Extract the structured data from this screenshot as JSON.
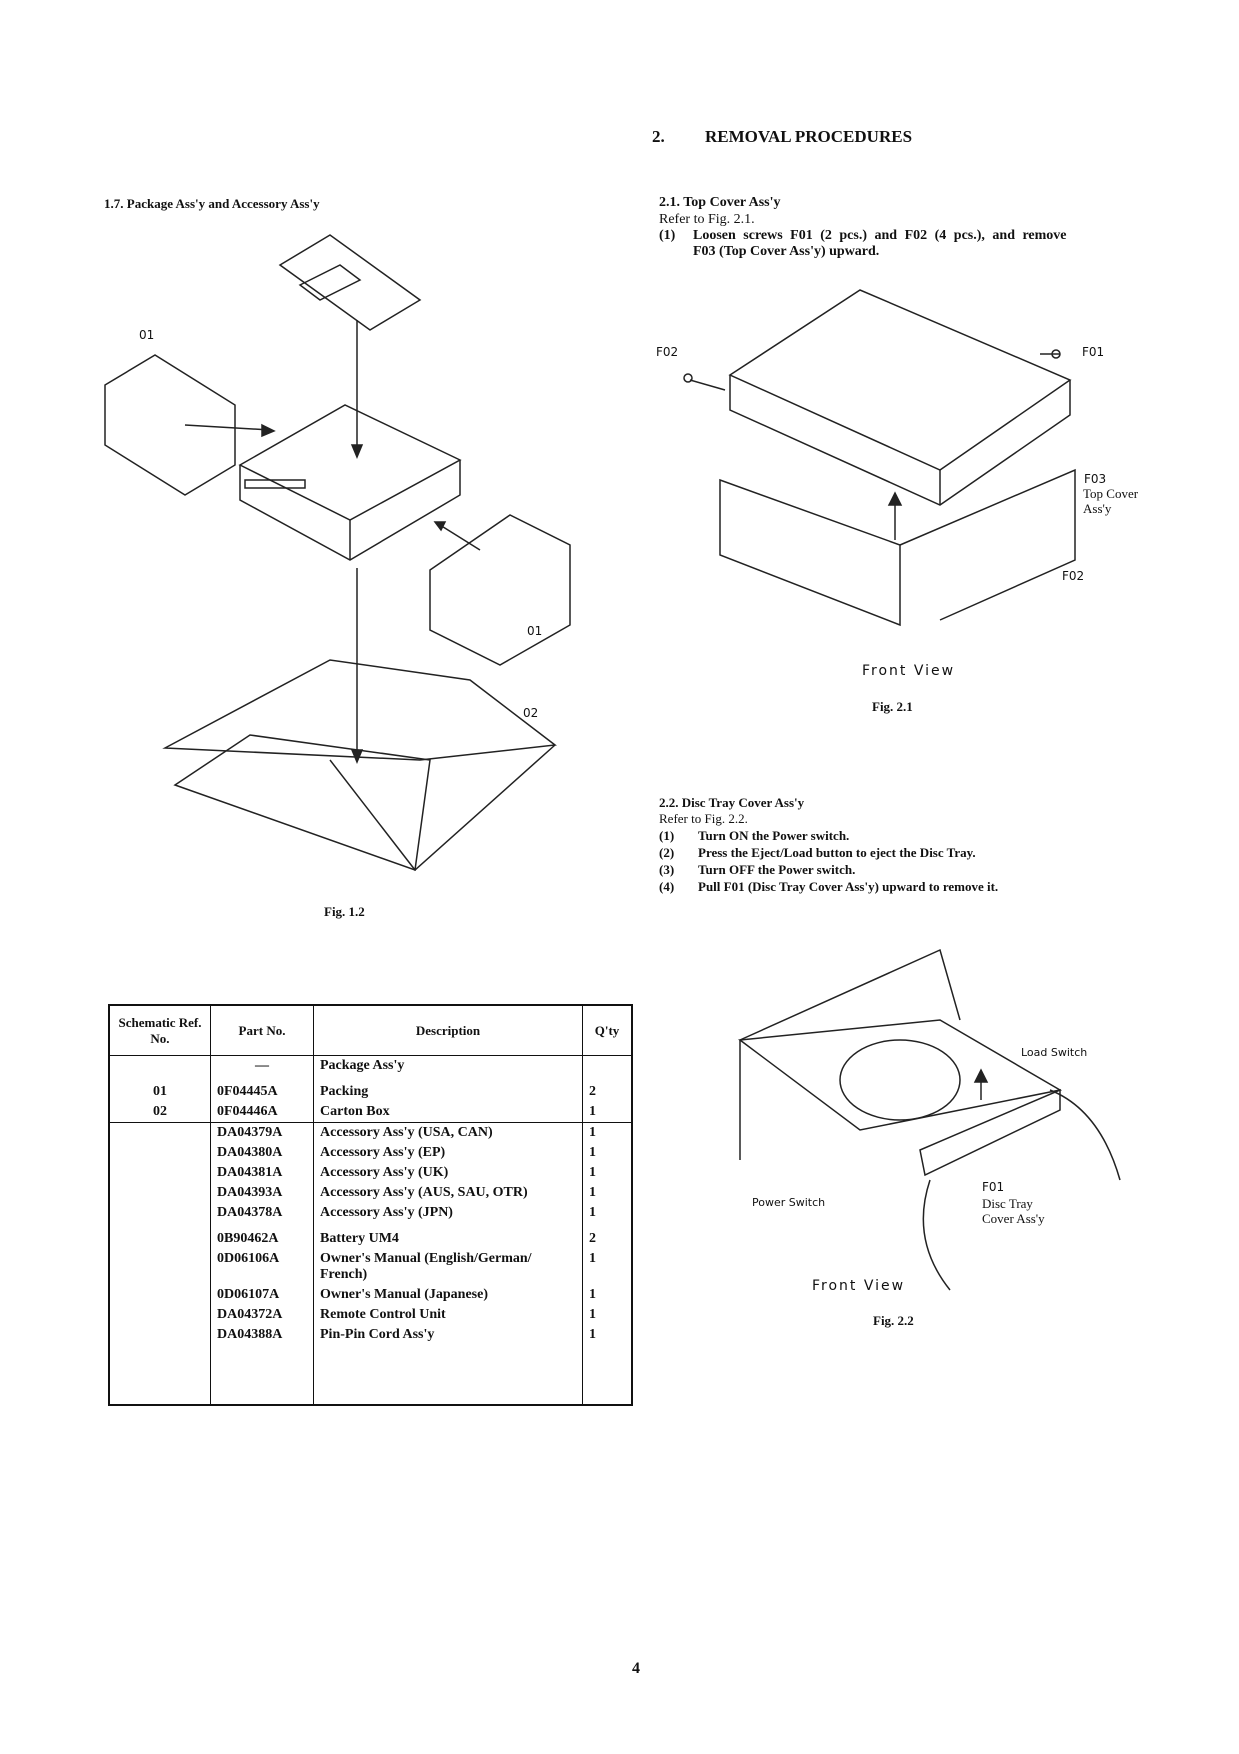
{
  "left": {
    "section_title": "1.7. Package Ass'y and Accessory Ass'y",
    "fig_caption": "Fig. 1.2",
    "labels": [
      "01",
      "01",
      "02"
    ]
  },
  "table": {
    "headers": [
      "Schematic Ref. No.",
      "Part No.",
      "Description",
      "Q'ty"
    ],
    "groups": [
      [
        {
          "ref": "",
          "part": "—",
          "desc": "Package Ass'y",
          "qty": ""
        },
        {
          "ref": "01",
          "part": "0F04445A",
          "desc": "Packing",
          "qty": "2"
        },
        {
          "ref": "02",
          "part": "0F04446A",
          "desc": "Carton Box",
          "qty": "1"
        }
      ],
      [
        {
          "ref": "",
          "part": "DA04379A",
          "desc": "Accessory Ass'y (USA, CAN)",
          "qty": "1"
        },
        {
          "ref": "",
          "part": "DA04380A",
          "desc": "Accessory Ass'y (EP)",
          "qty": "1"
        },
        {
          "ref": "",
          "part": "DA04381A",
          "desc": "Accessory Ass'y (UK)",
          "qty": "1"
        },
        {
          "ref": "",
          "part": "DA04393A",
          "desc": "Accessory Ass'y (AUS, SAU, OTR)",
          "qty": "1"
        },
        {
          "ref": "",
          "part": "DA04378A",
          "desc": "Accessory Ass'y (JPN)",
          "qty": "1"
        },
        {
          "ref": "",
          "part": "0B90462A",
          "desc": "Battery UM4",
          "qty": "2"
        },
        {
          "ref": "",
          "part": "0D06106A",
          "desc": "Owner's Manual (English/German/ French)",
          "qty": "1"
        },
        {
          "ref": "",
          "part": "0D06107A",
          "desc": "Owner's Manual (Japanese)",
          "qty": "1"
        },
        {
          "ref": "",
          "part": "DA04372A",
          "desc": "Remote Control Unit",
          "qty": "1"
        },
        {
          "ref": "",
          "part": "DA04388A",
          "desc": "Pin-Pin Cord Ass'y",
          "qty": "1"
        }
      ]
    ]
  },
  "right": {
    "chapter": "2.",
    "chapter_title": "REMOVAL PROCEDURES",
    "s21": {
      "title": "2.1. Top Cover Ass'y",
      "refer": "Refer to Fig. 2.1.",
      "steps": [
        {
          "n": "(1)",
          "text": "Loosen screws F01 (2 pcs.) and F02 (4 pcs.), and remove",
          "cont": "F03 (Top Cover Ass'y) upward."
        }
      ]
    },
    "fig21": {
      "f02a": "F02",
      "f01": "F01",
      "f03": "F03",
      "topcover1": "Top Cover",
      "topcover2": "Ass'y",
      "f02b": "F02",
      "view": "Front View",
      "caption": "Fig. 2.1"
    },
    "s22": {
      "title": "2.2. Disc Tray Cover Ass'y",
      "refer": "Refer to Fig. 2.2.",
      "steps": [
        {
          "n": "(1)",
          "text": "Turn ON the Power switch."
        },
        {
          "n": "(2)",
          "text": "Press the Eject/Load button to eject the Disc Tray."
        },
        {
          "n": "(3)",
          "text": "Turn OFF the Power switch."
        },
        {
          "n": "(4)",
          "text": "Pull F01 (Disc Tray Cover Ass'y) upward to remove it."
        }
      ]
    },
    "fig22": {
      "load": "Load Switch",
      "power": "Power Switch",
      "f01": "F01",
      "dt1": "Disc Tray",
      "dt2": "Cover Ass'y",
      "view": "Front View",
      "caption": "Fig. 2.2"
    }
  },
  "page_number": "4"
}
